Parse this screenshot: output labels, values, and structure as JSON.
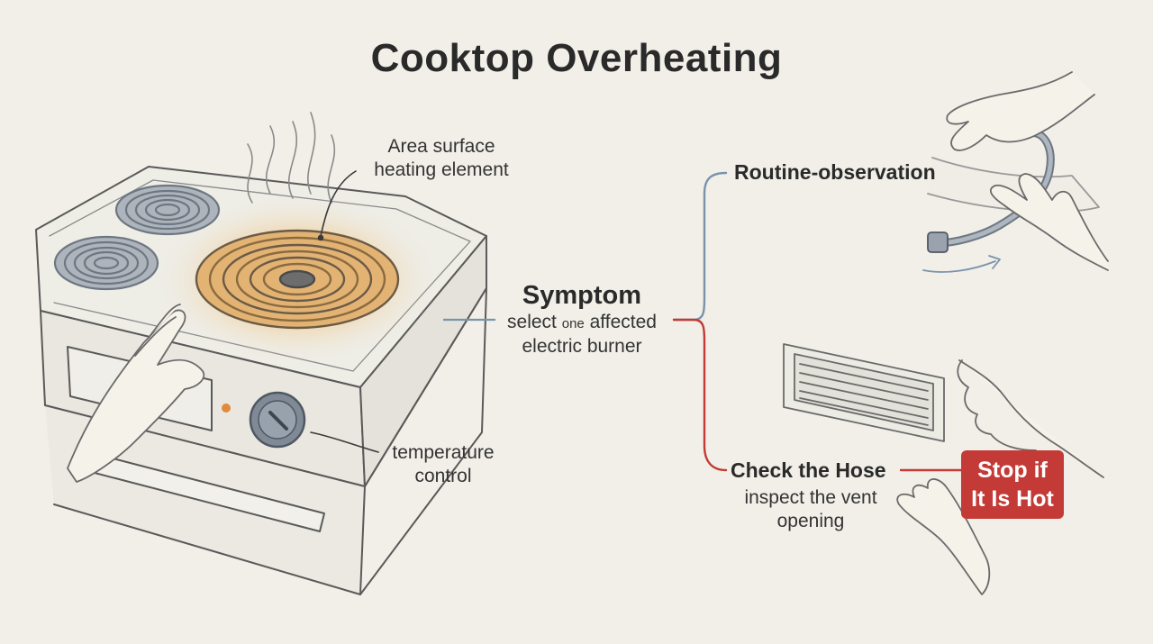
{
  "title": "Cooktop Overheating",
  "callouts": {
    "element": [
      "Area surface",
      "heating element"
    ],
    "control": [
      "temperature",
      "control"
    ]
  },
  "symptom": {
    "title": "Symptom",
    "line1_pre": "select ",
    "line1_one": "one",
    "line1_post": " affected",
    "line2": "electric burner"
  },
  "branches": {
    "routine": {
      "label": "Routine-observation"
    },
    "check": {
      "label": "Check the Hose",
      "lines": [
        "inspect the vent",
        "opening"
      ]
    }
  },
  "warning": {
    "lines": [
      "Stop if",
      "It Is Hot"
    ]
  },
  "colors": {
    "background": "#f1efe8",
    "blue_connector": "#7a93ab",
    "red_connector": "#c33a36",
    "warning_fill": "#c33a36",
    "hot_glow": "#e8a24a",
    "burner_gray": "#6d7783"
  }
}
